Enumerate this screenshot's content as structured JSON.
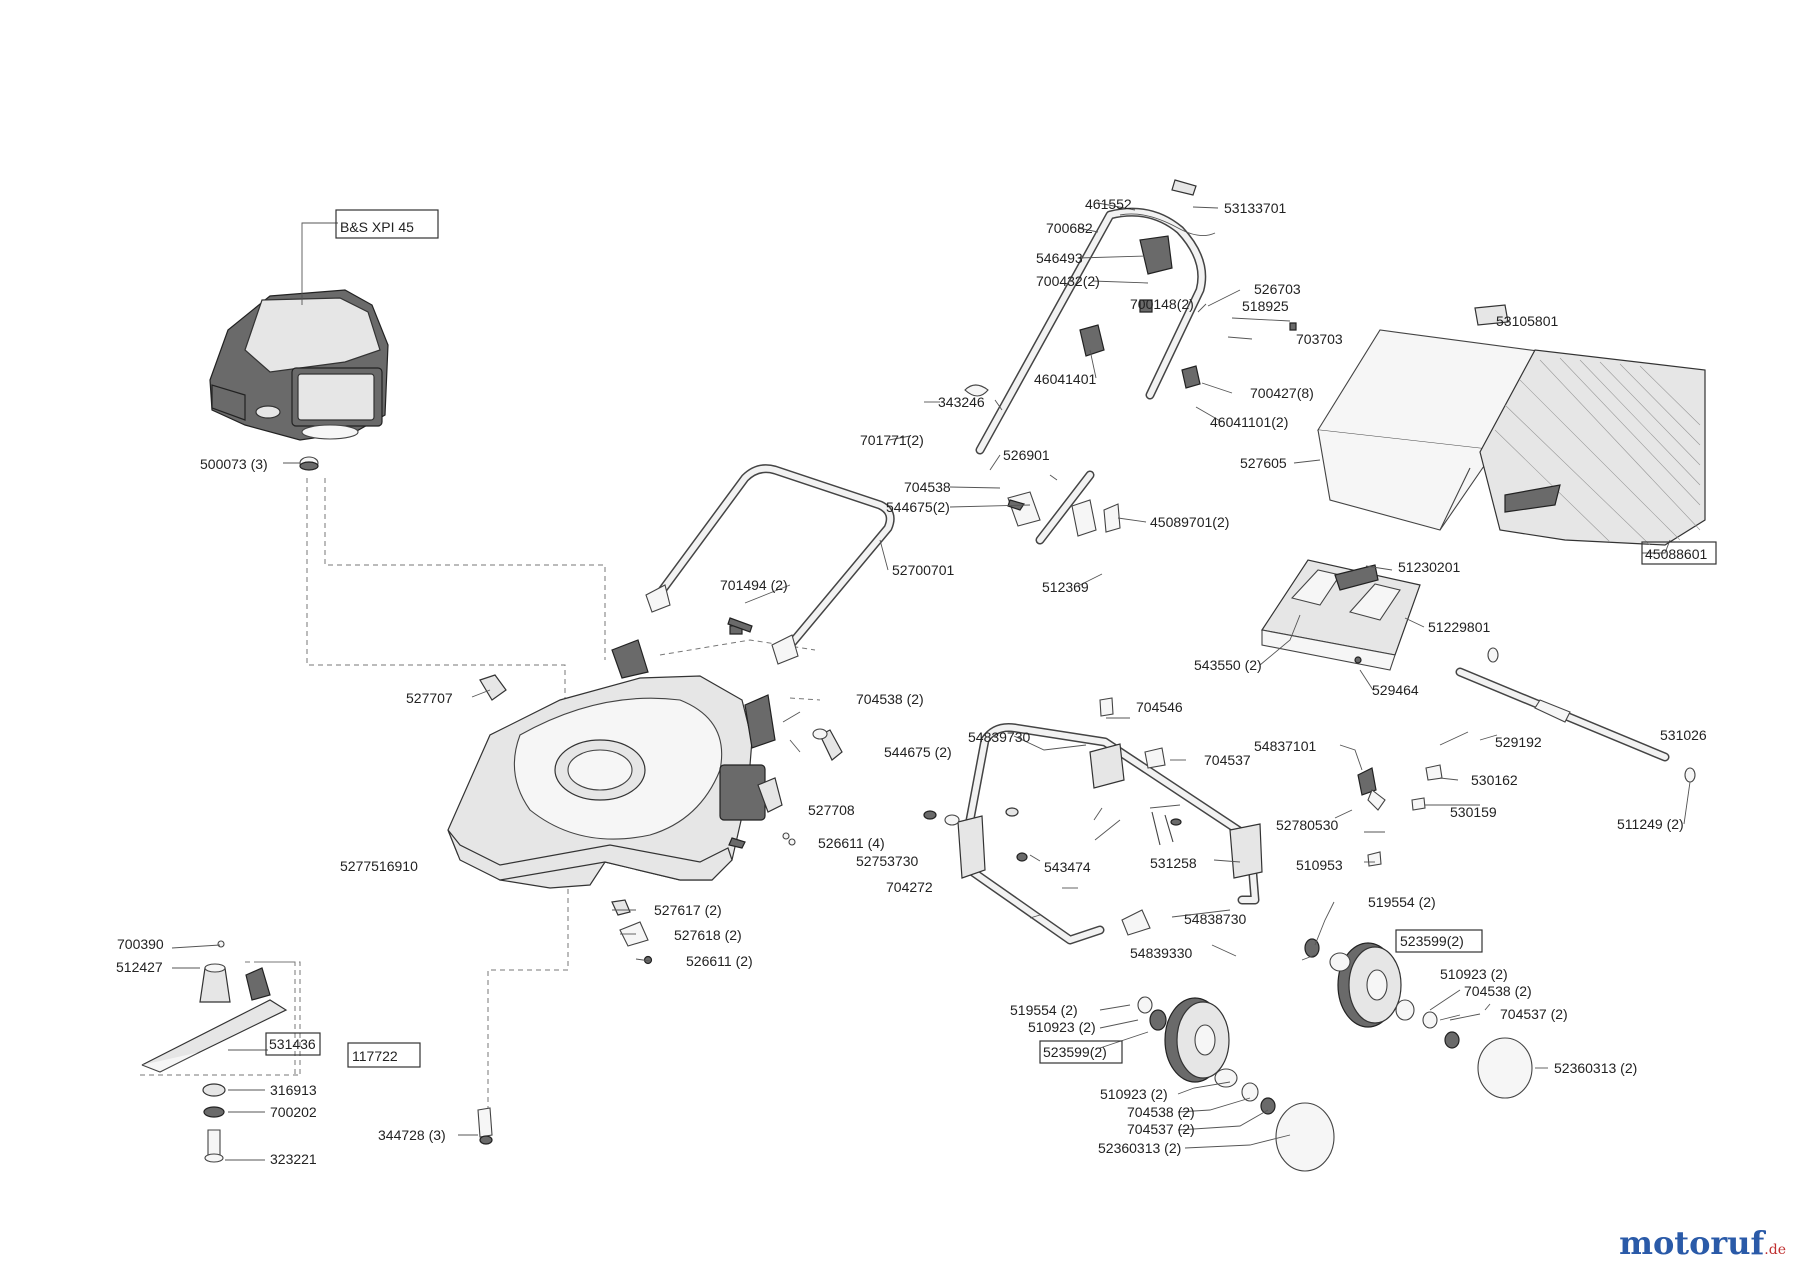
{
  "diagram": {
    "boxed_labels": [
      "B&S XPI 45",
      "45088601",
      "523599(2)",
      "531436",
      "117722"
    ],
    "part_numbers": [
      "B&S XPI 45",
      "500073 (3)",
      "461552",
      "53133701",
      "700682",
      "546493",
      "700432(2)",
      "526703",
      "700148(2)",
      "518925",
      "703703",
      "46041401",
      "700427(8)",
      "343246",
      "46041101(2)",
      "701771(2)",
      "526901",
      "704538",
      "544675(2)",
      "45089701(2)",
      "512369",
      "53105801",
      "527605",
      "45088601",
      "52700701",
      "701494 (2)",
      "51230201",
      "51229801",
      "543550 (2)",
      "529464",
      "527707",
      "704538 (2)",
      "544675 (2)",
      "704546",
      "54839730",
      "704537",
      "54837101",
      "530162",
      "529192",
      "531026",
      "527708",
      "526611 (4)",
      "52753730",
      "704272",
      "543474",
      "52780530",
      "530159",
      "531258",
      "510953",
      "511249 (2)",
      "5277516910",
      "54838730",
      "519554 (2)",
      "527617 (2)",
      "527618 (2)",
      "526611 (2)",
      "54839330",
      "700390",
      "523599(2)",
      "510923 (2)",
      "512427",
      "704538 (2)",
      "704537 (2)",
      "519554 (2)",
      "510923 (2)",
      "531436",
      "117722",
      "523599(2)",
      "52360313 (2)",
      "316913",
      "700202",
      "510923 (2)",
      "704538 (2)",
      "344728 (3)",
      "704537 (2)",
      "323221",
      "52360313 (2)"
    ]
  },
  "brand": {
    "name": "motoruf",
    "suffix": ".de"
  }
}
